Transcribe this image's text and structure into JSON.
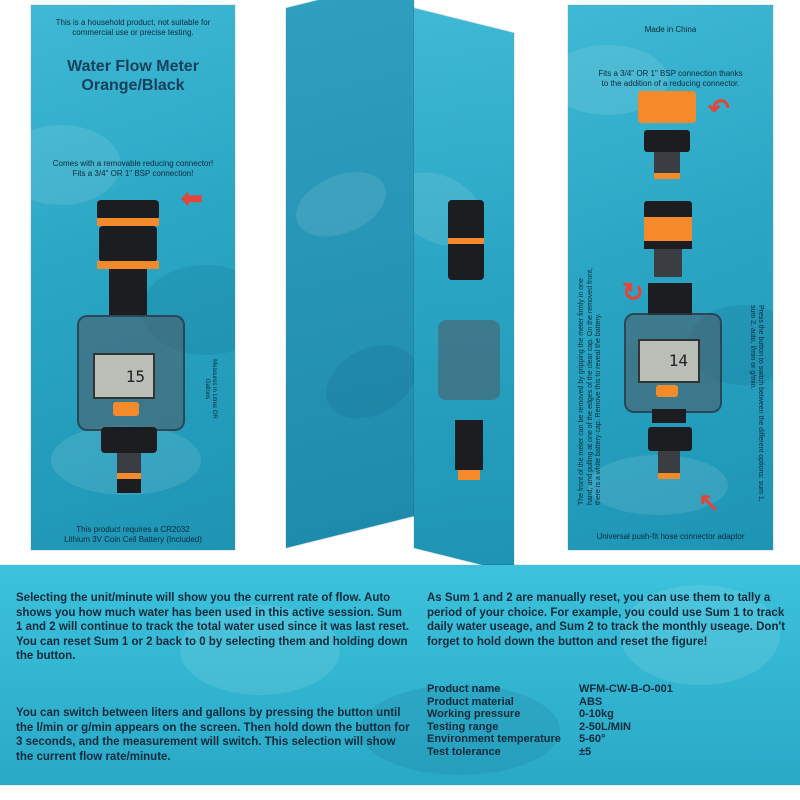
{
  "front": {
    "disclaimer": "This is a household product, not suitable for commercial use or precise testing.",
    "title_line1": "Water Flow Meter",
    "title_line2": "Orange/Black",
    "connector_line1": "Comes with a removable reducing connector!",
    "connector_line2": "Fits a 3/4\" OR 1\" BSP connection!",
    "lcd_value": "15",
    "side_label": "Measures in Litres OR Gallons",
    "battery_line1": "This product requires a CR2032",
    "battery_line2": "Lithium 3V Coin Cell Battery (Included)"
  },
  "right": {
    "made_in": "Made in China",
    "fits_line1": "Fits a 3/4\" OR 1\" BSP connection thanks",
    "fits_line2": "to the addition of a reducing connector.",
    "lcd_value": "14",
    "press_text": "Press the button to switch between the different options: sum 1, sum 2, auto, l/min or g/min.",
    "front_text": "The front of the meter can be removed by gripping the meter firmly in one hand, and pulling at one of the edges of the clear cap. On the removed front, there is a white battery cap. Remove this to reveal the battery.",
    "adaptor_label": "Universal push-fit hose connector adaptor"
  },
  "bottom": {
    "para1": "Selecting the unit/minute will show you the current rate of flow. Auto shows you how much water has been used in this active session. Sum 1 and 2 will continue to track the total water used since it was last reset. You can reset Sum 1 or 2 back to 0 by selecting them and holding down the button.",
    "para2": "You can switch between liters and gallons by pressing the button until the l/min or g/min appears on the screen. Then hold down the button for 3 seconds, and the measurement will switch. This selection will show the current flow rate/minute.",
    "para3": "As Sum 1 and 2 are manually reset, you can use them to tally a period of your choice. For example, you could use Sum 1 to track daily water useage, and Sum 2 to track the monthly useage. Don't forget to hold down the button and reset the figure!",
    "specs": [
      {
        "label": "Product name",
        "value": "WFM-CW-B-O-001"
      },
      {
        "label": "Product material",
        "value": "ABS"
      },
      {
        "label": "Working pressure",
        "value": "0-10kg"
      },
      {
        "label": "Testing range",
        "value": "2-50L/MIN"
      },
      {
        "label": "Environment temperature",
        "value": "5-60°"
      },
      {
        "label": "Test tolerance",
        "value": "±5"
      }
    ]
  },
  "colors": {
    "box_blue": "#2aa6c4",
    "orange": "#f58a2a",
    "black": "#1c1d20",
    "arrow_red": "#e2463a"
  }
}
